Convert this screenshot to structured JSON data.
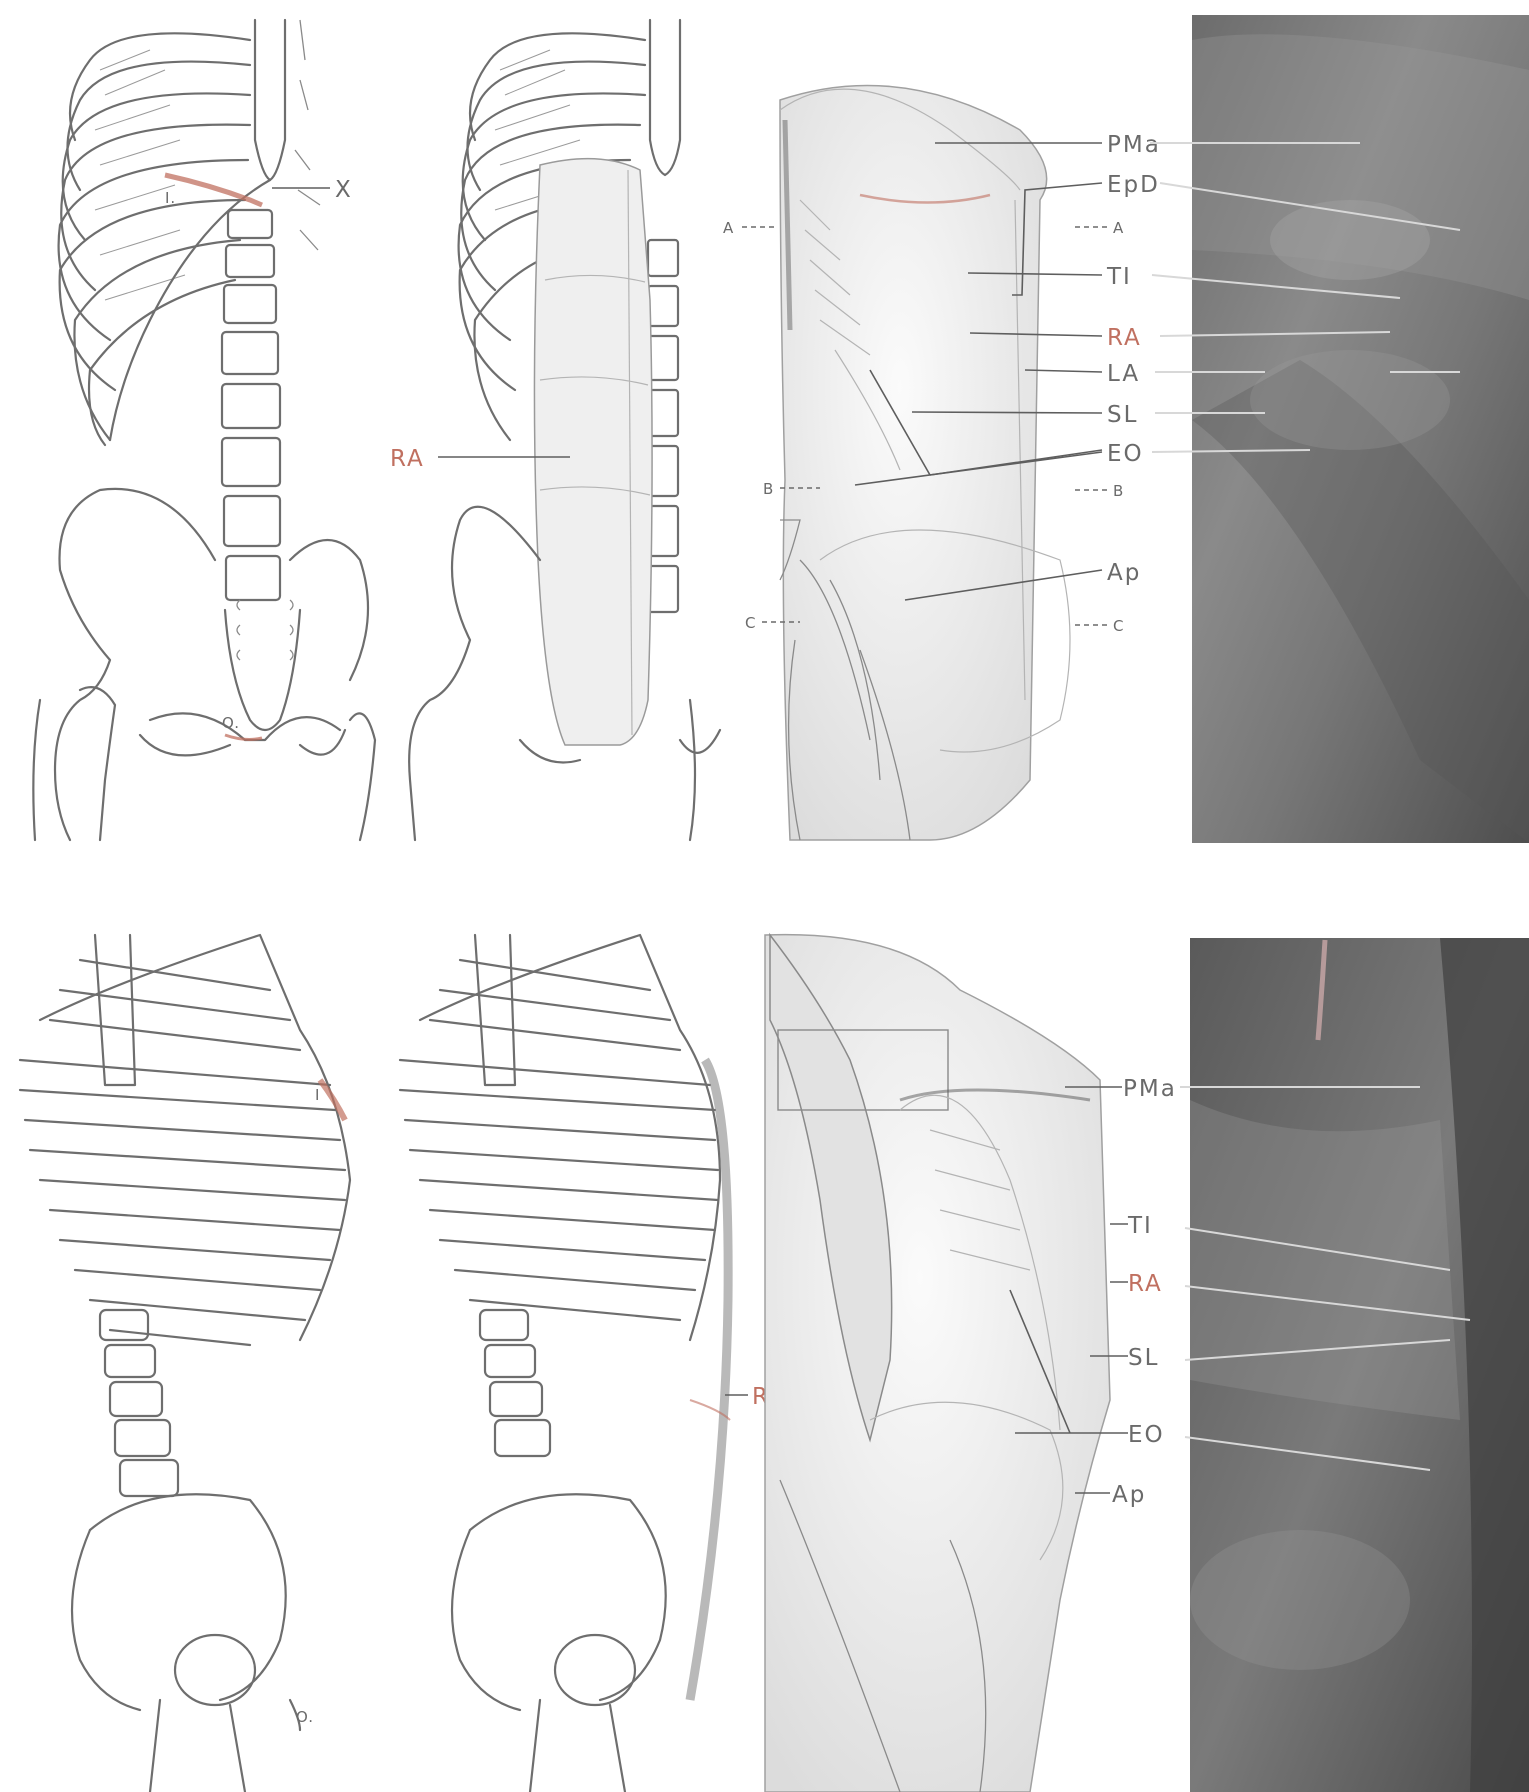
{
  "top_row": {
    "skeleton_labels": {
      "x": "X",
      "insertion": "I.",
      "origin": "O."
    },
    "muscle_overlay_label": "RA",
    "surface_labels": [
      "PMa",
      "EpD",
      "TI",
      "RA",
      "LA",
      "SL",
      "EO",
      "Ap"
    ],
    "level_markers": {
      "a_left": "A",
      "a_right": "A",
      "b_left": "B",
      "b_right": "B",
      "c_left": "C",
      "c_right": "C"
    }
  },
  "bottom_row": {
    "skeleton_labels": {
      "insertion": "I",
      "origin": "O."
    },
    "muscle_overlay_label": "RA",
    "surface_labels": [
      "PMa",
      "TI",
      "RA",
      "SL",
      "EO",
      "Ap"
    ]
  },
  "colors": {
    "highlight": "#c07060",
    "ink": "#6e6e6e",
    "photo_dark": "#555555",
    "photo_light": "#b8b8b8"
  }
}
